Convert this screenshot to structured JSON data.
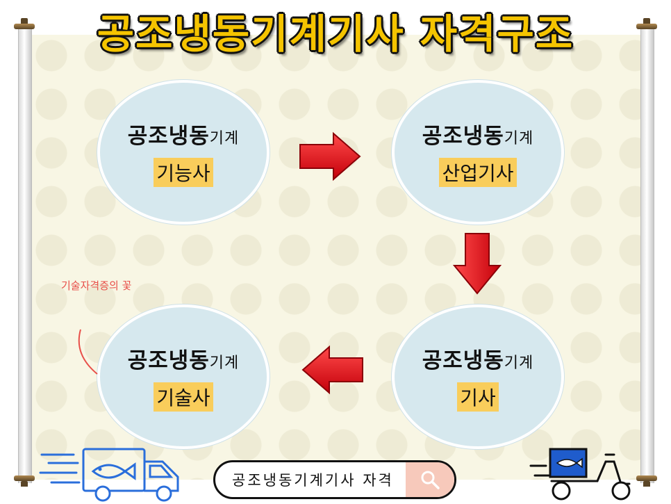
{
  "title": "공조냉동기계기사 자격구조",
  "nodes": [
    {
      "main": "공조냉동",
      "small": "기계",
      "grade": "기능사"
    },
    {
      "main": "공조냉동",
      "small": "기계",
      "grade": "산업기사"
    },
    {
      "main": "공조냉동",
      "small": "기계",
      "grade": "기사"
    },
    {
      "main": "공조냉동",
      "small": "기계",
      "grade": "기술사"
    }
  ],
  "note": "기술자격증의 꽃",
  "search": {
    "value": "공조냉동기계기사 자격"
  },
  "colors": {
    "title": "#f5c400",
    "node_fill": "#d6e8ee",
    "highlight": "#f9cd5b",
    "arrow": "#e8111a",
    "note": "#e8504a",
    "search_button": "#f7c9bb"
  },
  "icons": [
    "fish-delivery-truck-icon",
    "fish-delivery-scooter-icon",
    "search-icon",
    "red-arrow-icon"
  ]
}
